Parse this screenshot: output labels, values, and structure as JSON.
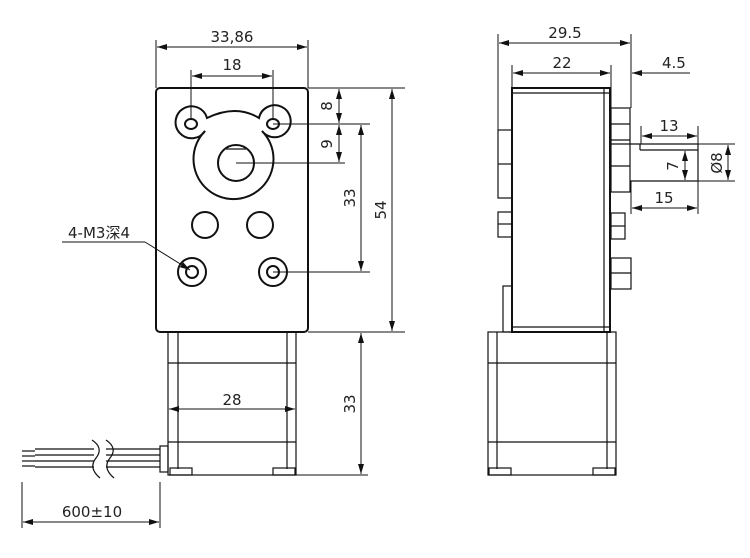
{
  "drawing": {
    "type": "gear motor dimension drawing",
    "front_view": {
      "width_label": "33,86",
      "hole_spacing_label": "18",
      "top_to_hole_label": "8",
      "hole_to_shaft_label": "9",
      "hole_vertical_spacing_label": "33",
      "plate_height_label": "54",
      "motor_width_label": "28",
      "motor_height_label": "33",
      "thread_note": "4-M3深4",
      "cable_length_label": "600±10"
    },
    "side_view": {
      "overall_depth_label": "29.5",
      "body_depth_label": "22",
      "flange_label": "4.5",
      "shaft_flat_length_label": "13",
      "shaft_flat_label": "7",
      "shaft_diameter_label": "Ø8",
      "shaft_length_label": "15"
    }
  },
  "colors": {
    "line": "#111111",
    "text": "#222222",
    "background": "#ffffff"
  }
}
